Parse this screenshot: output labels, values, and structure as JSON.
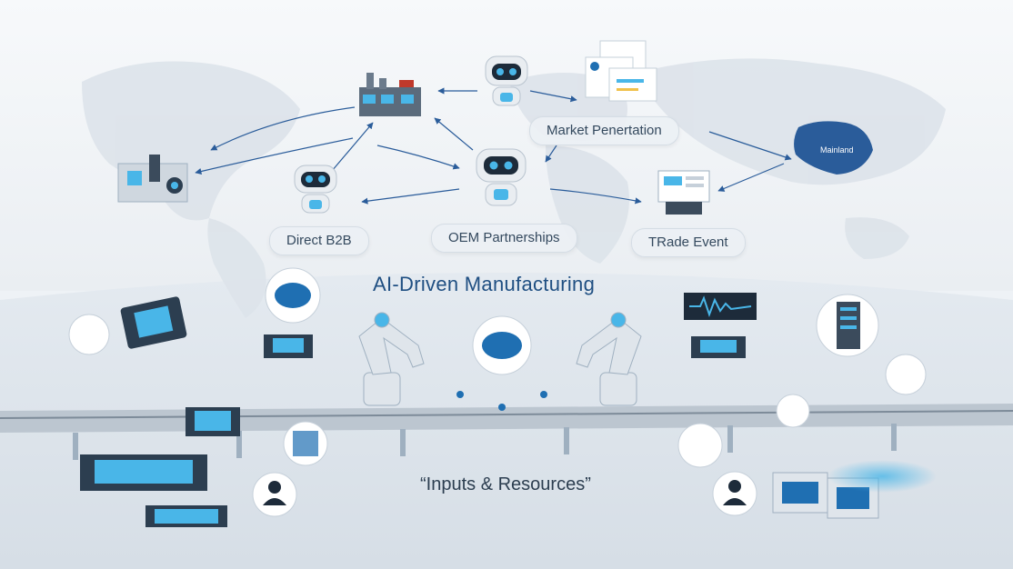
{
  "title": "AI-Driven Manufacturing",
  "subtitle": "“Inputs & Resources”",
  "channels": {
    "market": "Market Penertation",
    "direct_b2b": "Direct B2B",
    "oem": "OEM Partnerships",
    "trade": "TRade Event"
  },
  "map_region_label": "Mainland",
  "colors": {
    "accent": "#1f6fb2",
    "highlight": "#2a5c9a",
    "glow": "#49b6e8",
    "background": "#eef2f6"
  },
  "icons": [
    "factory-icon",
    "robot-icon",
    "document-stack-icon",
    "industrial-machine-icon",
    "storefront-kiosk-icon",
    "brain-icon",
    "ai-chip-icon",
    "robotic-arm-icon",
    "waveform-monitor-icon",
    "server-rack-icon",
    "person-icon",
    "conveyor-belt-icon"
  ]
}
